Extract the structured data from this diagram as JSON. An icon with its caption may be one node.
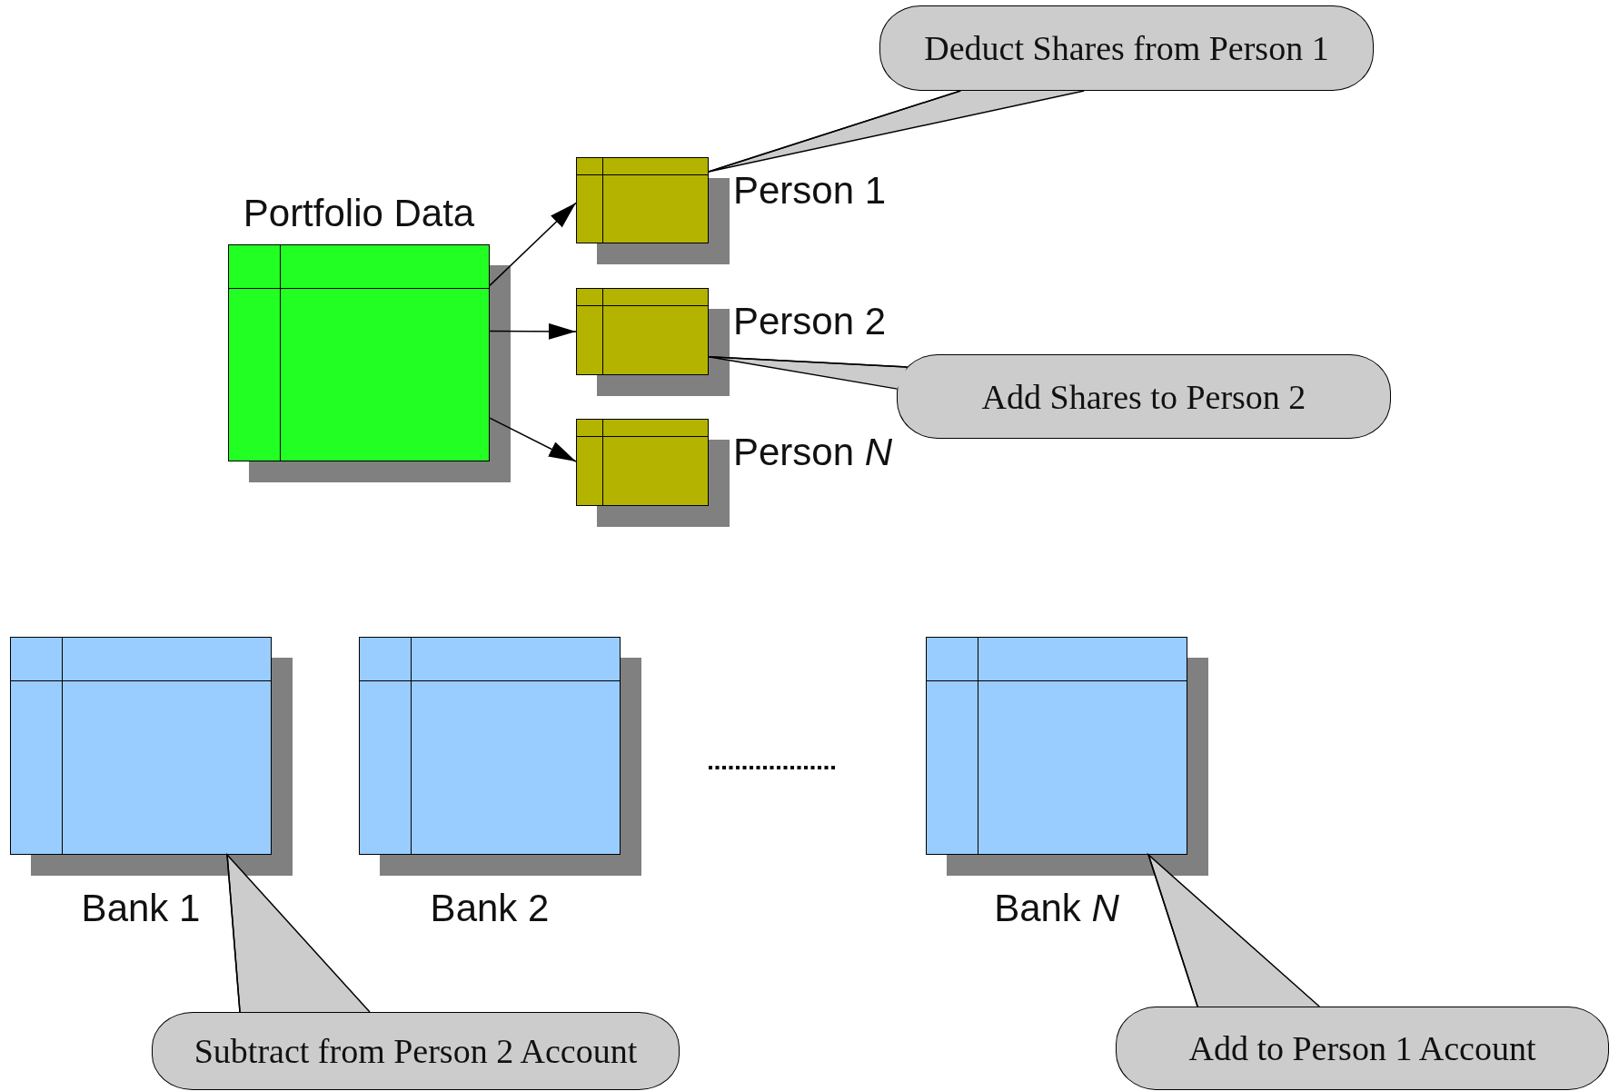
{
  "diagram": {
    "nodes": [
      {
        "text": [
          "Portfolio Data"
        ]
      },
      {
        "text": [
          "Person 1"
        ]
      },
      {
        "text": [
          "Person 2"
        ]
      },
      {
        "text": [
          "Person *N*"
        ]
      },
      {
        "text": [
          "Bank 1"
        ]
      },
      {
        "text": [
          "Bank 2"
        ]
      },
      {
        "text": [
          "Bank *N*"
        ]
      },
      {
        "text": [
          "Deduct Shares from Person 1"
        ]
      },
      {
        "text": [
          "Add Shares to Person 2"
        ]
      },
      {
        "text": [
          "Subtract from Person 2 Account"
        ]
      },
      {
        "text": [
          "Add to Person 1 Account"
        ]
      }
    ],
    "edges": [
      {
        "from": 0,
        "to": 1,
        "arrow": "to"
      },
      {
        "from": 0,
        "to": 2,
        "arrow": "to"
      },
      {
        "from": 0,
        "to": 3,
        "arrow": "to"
      },
      {
        "from": 7,
        "to": 1,
        "arrow": "none"
      },
      {
        "from": 8,
        "to": 2,
        "arrow": "none"
      },
      {
        "from": 9,
        "to": 4,
        "arrow": "none"
      },
      {
        "from": 10,
        "to": 6,
        "arrow": "none"
      }
    ]
  }
}
